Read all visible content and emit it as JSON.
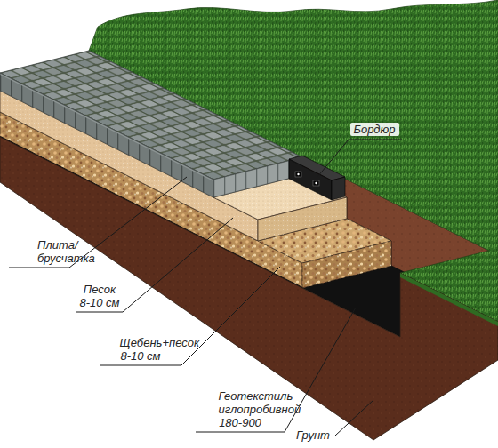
{
  "diagram": {
    "labels": [
      "Бордюр",
      "Плита/ брусчатка",
      "Песок 8-10 см",
      "Щебень+песок 8-10 см",
      "Геотекстиль иглопробивной 180-900",
      "Грунт"
    ]
  }
}
